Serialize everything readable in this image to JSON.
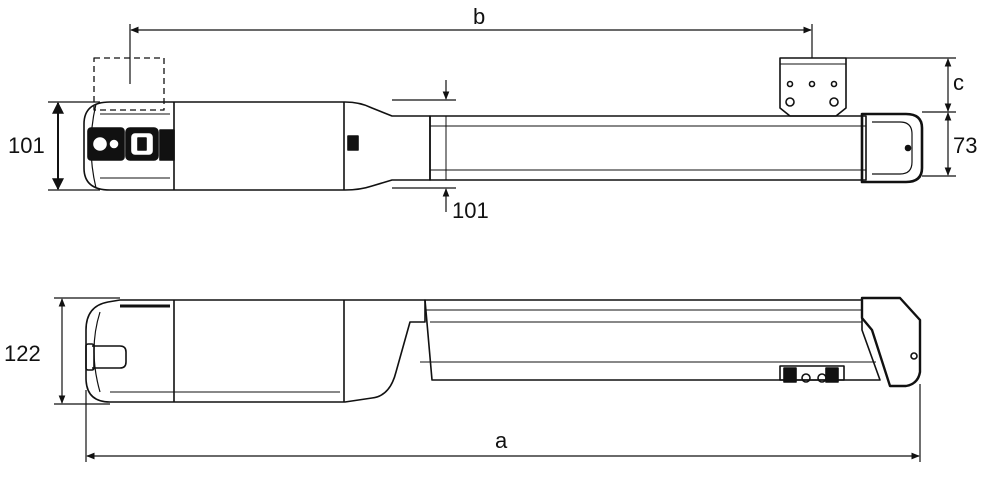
{
  "labels": {
    "a": "a",
    "b": "b",
    "c": "c",
    "height_top": "101",
    "arm_height": "101",
    "bracket_height": "73",
    "height_side": "122"
  },
  "colors": {
    "line": "#111111",
    "background": "#ffffff"
  }
}
